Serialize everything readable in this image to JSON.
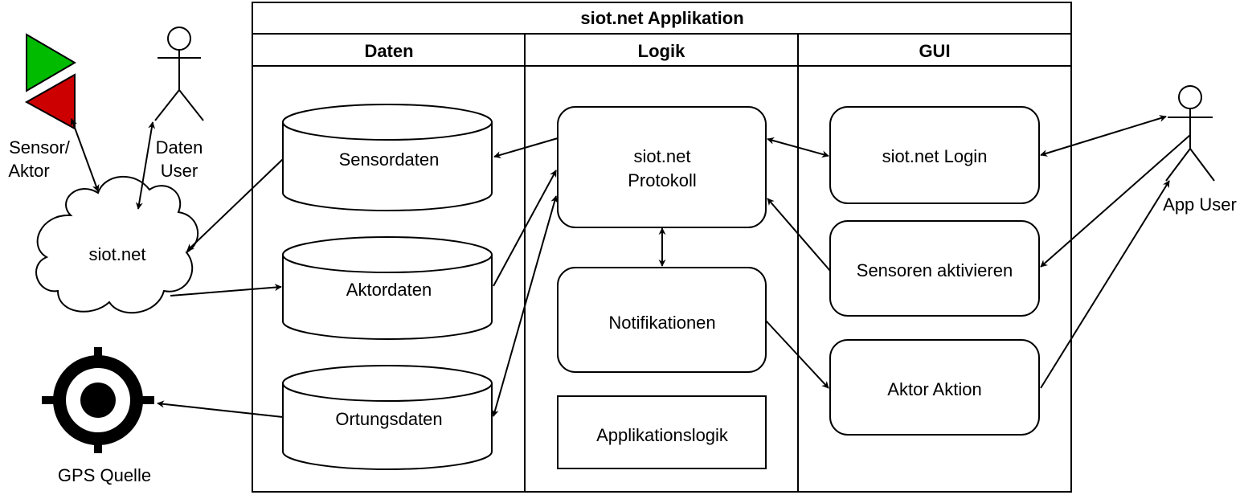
{
  "container": {
    "title": "siot.net Applikation"
  },
  "lanes": [
    {
      "id": "lane-daten",
      "label": "Daten"
    },
    {
      "id": "lane-logik",
      "label": "Logik"
    },
    {
      "id": "lane-gui",
      "label": "GUI"
    }
  ],
  "databases": {
    "sensordaten": "Sensordaten",
    "aktordaten": "Aktordaten",
    "ortungsdaten": "Ortungsdaten"
  },
  "logic": {
    "protokoll_line1": "siot.net",
    "protokoll_line2": "Protokoll",
    "notifikationen": "Notifikationen",
    "applikationslogik": "Applikationslogik"
  },
  "gui": {
    "login": "siot.net Login",
    "sensoren": "Sensoren aktivieren",
    "aktor": "Aktor Aktion"
  },
  "external": {
    "sensor_line1": "Sensor/",
    "sensor_line2": "Aktor",
    "daten_user_line1": "Daten",
    "daten_user_line2": "User",
    "cloud": "siot.net",
    "gps": "GPS Quelle",
    "app_user": "App User"
  },
  "colors": {
    "sensor_triangle": "#00bb00",
    "aktor_triangle": "#cc0000",
    "stroke": "#000000"
  }
}
